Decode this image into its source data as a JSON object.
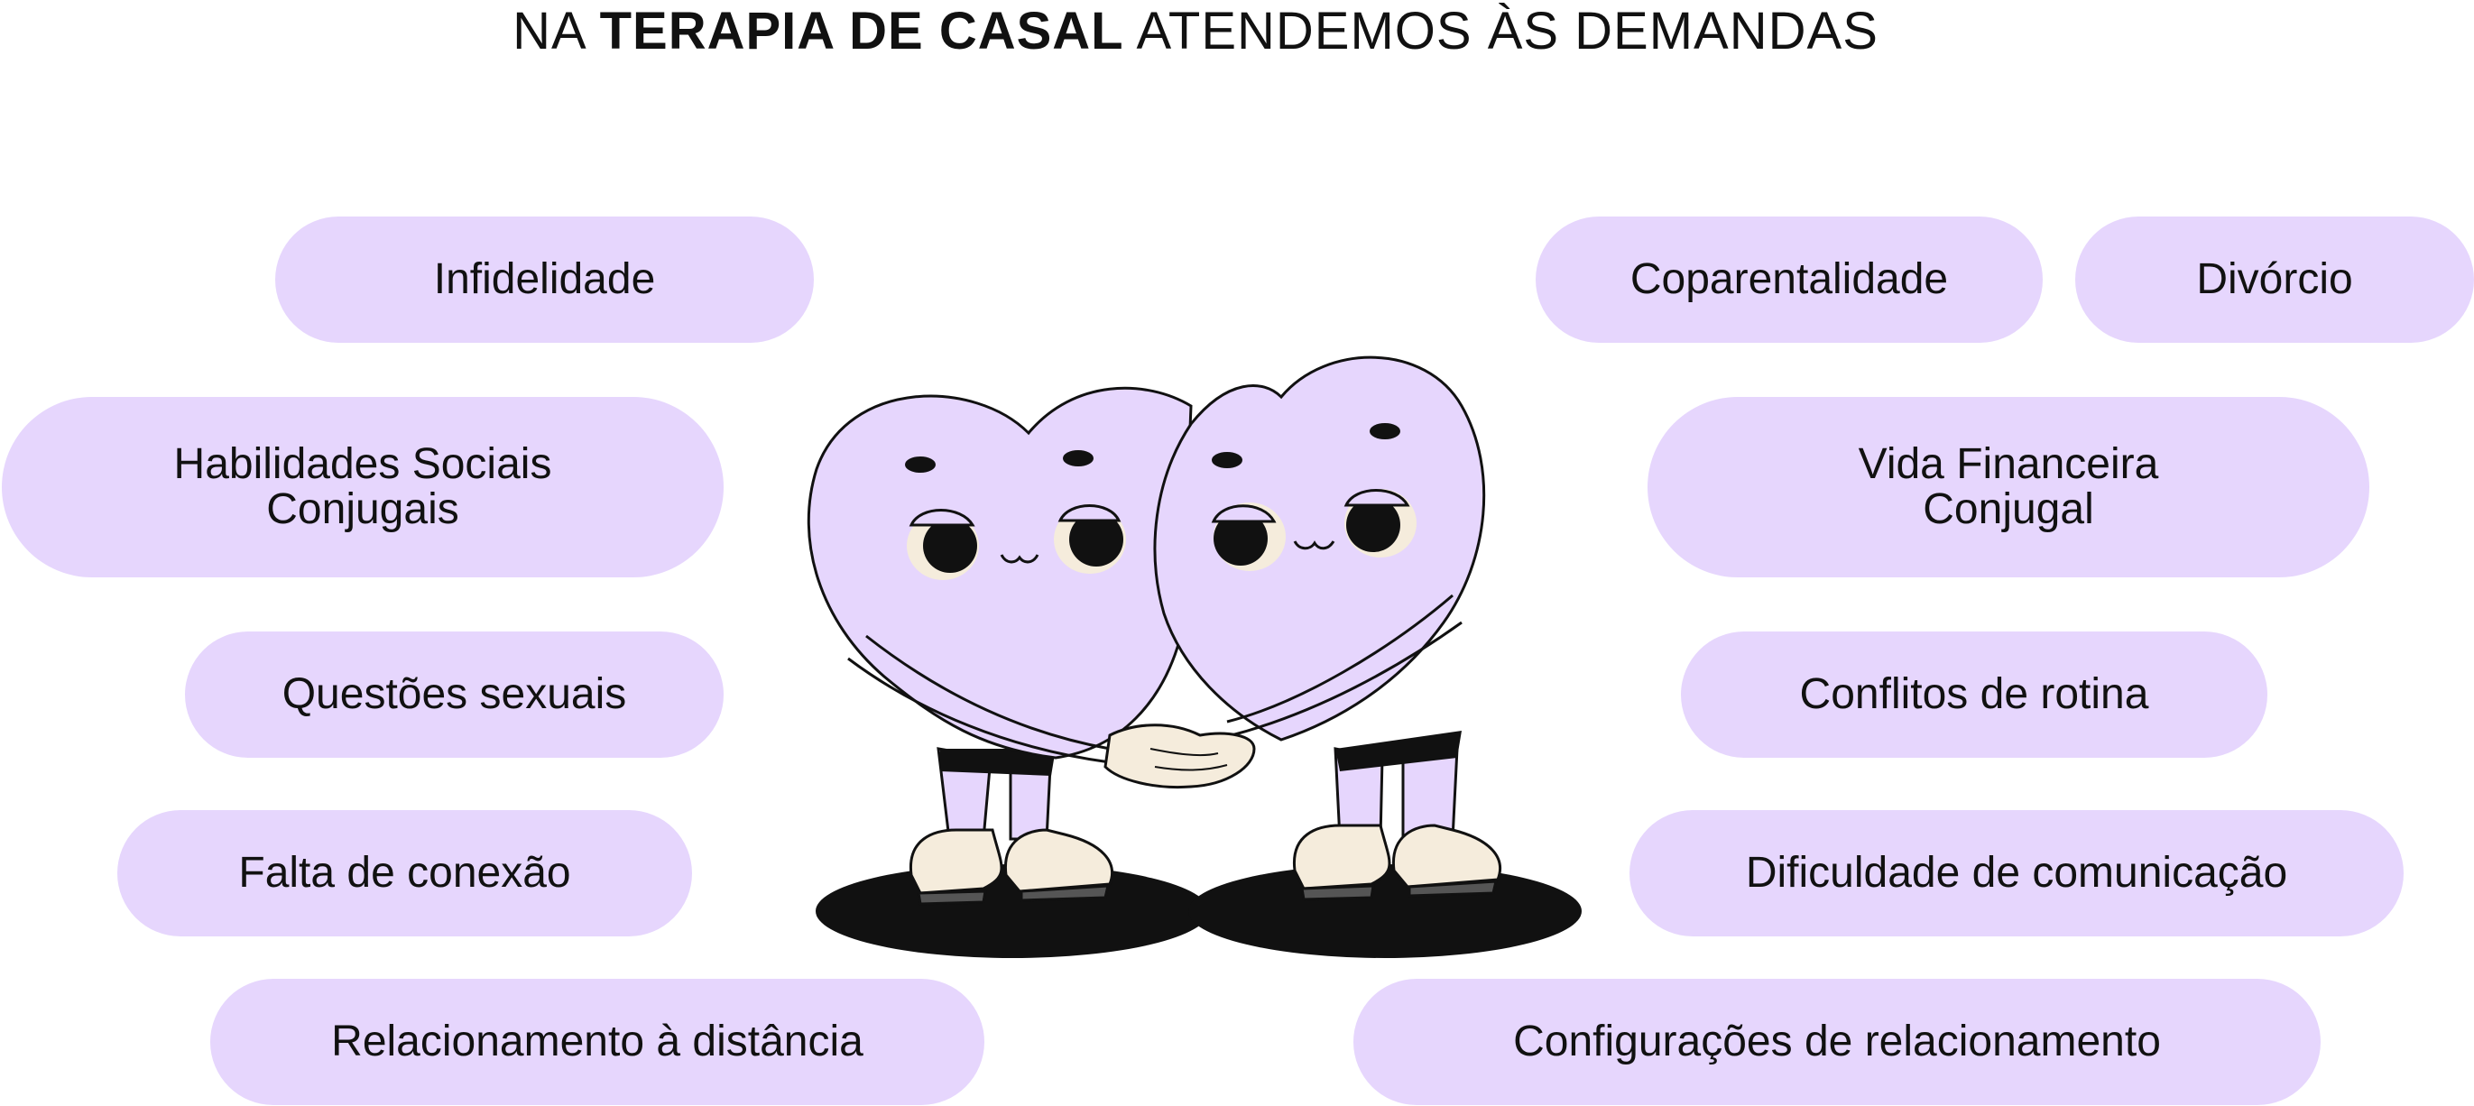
{
  "title": {
    "part1": "NA ",
    "part2": "TERAPIA DE CASAL",
    "part3": " ATENDEMOS ÀS DEMANDAS"
  },
  "pills": {
    "infidelidade": "Infidelidade",
    "habilidades_line1": "Habilidades Sociais",
    "habilidades_line2": "Conjugais",
    "questoes": "Questões sexuais",
    "falta": "Falta de conexão",
    "relacionamento_distancia": "Relacionamento à distância",
    "coparentalidade": "Coparentalidade",
    "divorcio": "Divórcio",
    "vida_line1": "Vida Financeira",
    "vida_line2": "Conjugal",
    "conflitos": "Conflitos de rotina",
    "dificuldade": "Dificuldade de comunicação",
    "configuracoes": "Configurações de relacionamento"
  },
  "colors": {
    "pill_bg": "#e6d6fd",
    "heart_fill": "#e6d6fd",
    "outline": "#111111",
    "shoe": "#f5ecdc"
  },
  "icons": {
    "illustration": "two-hearts-holding-hands-icon"
  }
}
